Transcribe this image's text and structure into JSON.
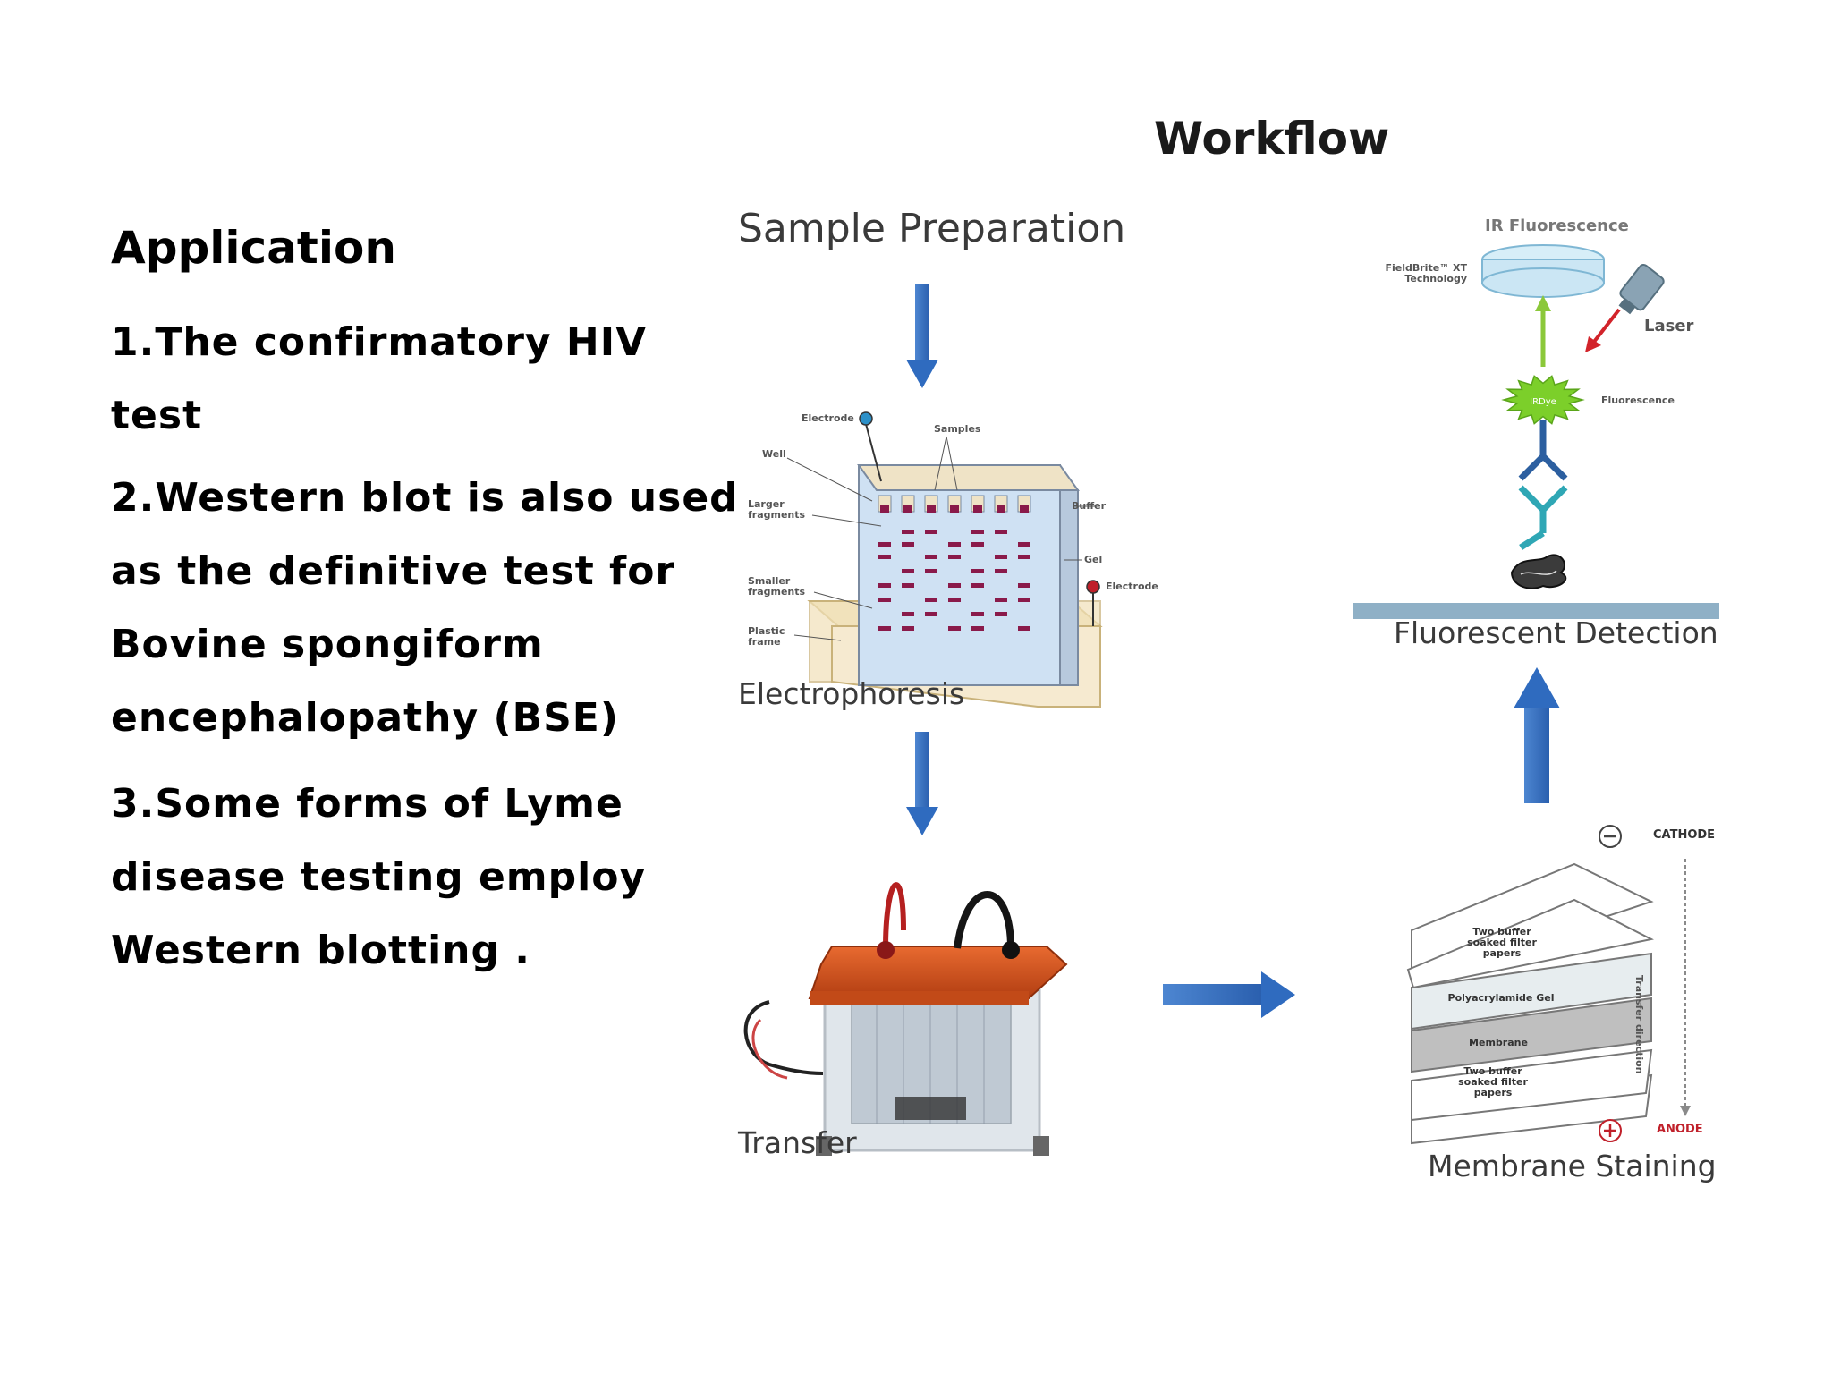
{
  "application": {
    "title": "Application",
    "items": [
      {
        "lines": [
          "1.The confirmatory HIV",
          "test"
        ]
      },
      {
        "lines": [
          "2.Western blot is also used",
          "as the definitive test for",
          "Bovine spongiform",
          "encephalopathy (BSE)"
        ]
      },
      {
        "lines": [
          "3.Some forms of Lyme",
          "disease testing employ",
          "Western blotting ."
        ]
      }
    ]
  },
  "workflow": {
    "title": "Workflow",
    "steps": {
      "sample": "Sample Preparation",
      "electrophoresis": "Electrophoresis",
      "transfer": "Transfer",
      "membrane": "Membrane Staining",
      "fluorescent": "Fluorescent Detection"
    },
    "electrophoresis_labels": {
      "electrode_top": "Electrode",
      "samples": "Samples",
      "well": "Well",
      "larger": "Larger fragments",
      "buffer": "Buffer",
      "gel": "Gel",
      "smaller": "Smaller fragments",
      "electrode_right": "Electrode",
      "plastic": "Plastic frame"
    },
    "detection_labels": {
      "ir": "IR Fluorescence",
      "fieldbrite": "FieldBrite™ XT Technology",
      "laser": "Laser",
      "fluorescence": "Fluorescence",
      "irdye": "IRDye"
    },
    "stack_labels": {
      "cathode": "CATHODE",
      "anode": "ANODE",
      "filter_top": "Two buffer soaked filter papers",
      "gel": "Polyacrylamide Gel",
      "membrane": "Membrane",
      "filter_bottom": "Two buffer soaked filter papers",
      "direction": "Transfer direction"
    }
  },
  "colors": {
    "arrow_blue": "#2f6bbf",
    "gel_blue": "#cfe1f3",
    "band": "#8a1a4a",
    "tank_frame": "#f1e1b8",
    "lid_orange": "#d9541e",
    "antibody_dark": "#2c5fa0",
    "antibody_teal": "#2fa7b5",
    "fluor_green": "#7ccf2a",
    "anode_red": "#c0202a"
  },
  "icons": {
    "minus": "minus-circle-icon",
    "plus": "plus-circle-icon"
  }
}
